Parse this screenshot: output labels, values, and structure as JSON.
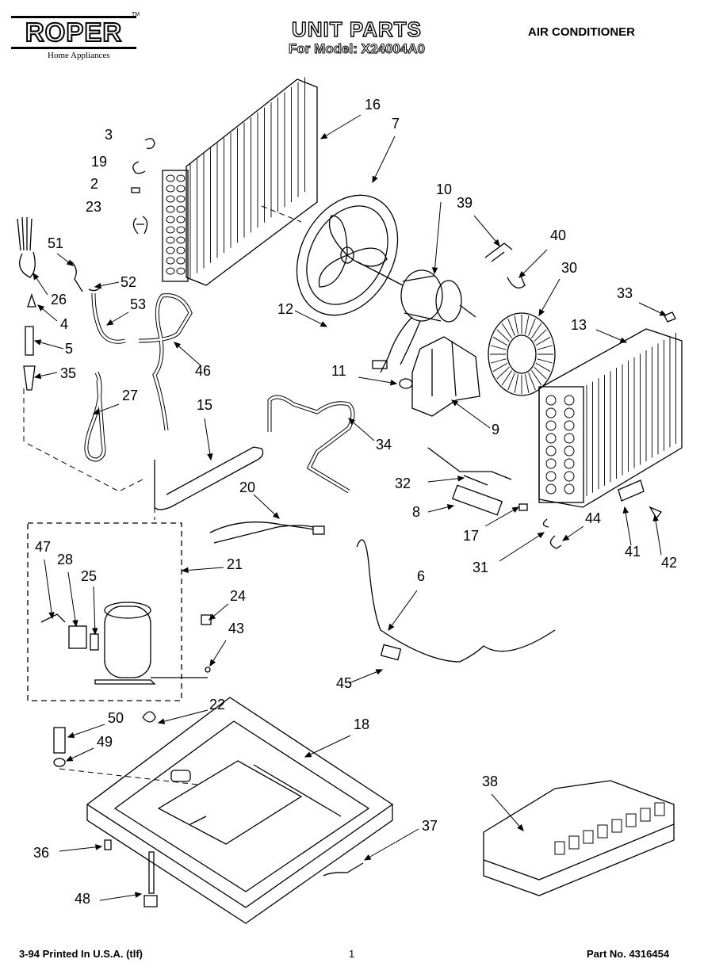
{
  "header": {
    "brand": "ROPER",
    "brand_mark": "TM",
    "brand_sub": "Home Appliances",
    "title": "UNIT PARTS",
    "model": "For Model: X24004A0",
    "category": "AIR CONDITIONER"
  },
  "callouts": [
    "3",
    "19",
    "2",
    "23",
    "16",
    "7",
    "10",
    "39",
    "40",
    "30",
    "33",
    "13",
    "51",
    "52",
    "26",
    "53",
    "4",
    "5",
    "35",
    "12",
    "46",
    "11",
    "27",
    "15",
    "34",
    "9",
    "20",
    "32",
    "8",
    "17",
    "44",
    "31",
    "41",
    "42",
    "21",
    "6",
    "47",
    "28",
    "25",
    "24",
    "43",
    "45",
    "22",
    "50",
    "49",
    "18",
    "38",
    "37",
    "36",
    "48"
  ],
  "footer": {
    "left": "3-94 Printed In U.S.A. (tlf)",
    "center": "1",
    "right": "Part No. 4316454"
  }
}
